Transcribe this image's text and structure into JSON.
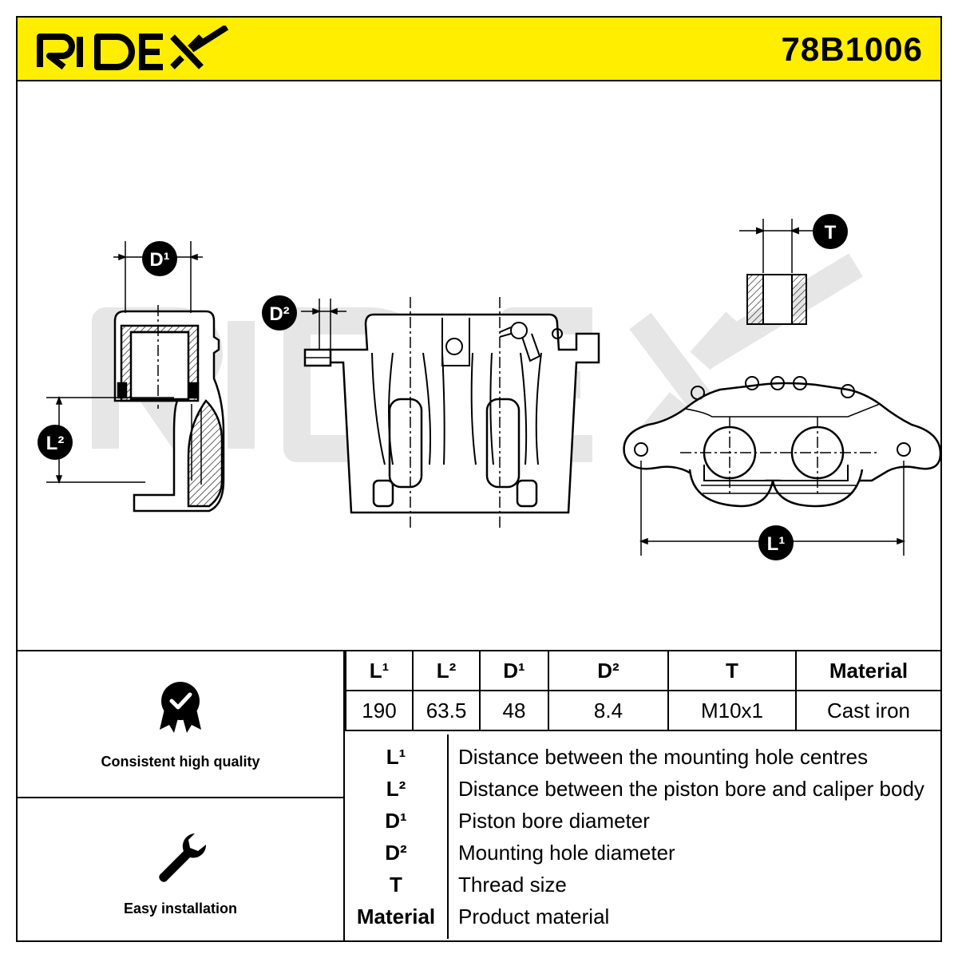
{
  "brand": {
    "logo_text": "RIDEX",
    "watermark_text": "RIDEX"
  },
  "part_number": "78B1006",
  "dimension_labels": {
    "d1": "D¹",
    "d2": "D²",
    "l1": "L¹",
    "l2": "L²",
    "t": "T"
  },
  "features": [
    {
      "label": "Consistent high quality",
      "icon": "quality-badge-icon"
    },
    {
      "label": "Easy installation",
      "icon": "wrench-icon"
    }
  ],
  "spec_table": {
    "headers": [
      "L¹",
      "L²",
      "D¹",
      "D²",
      "T",
      "Material"
    ],
    "values": [
      "190",
      "63.5",
      "48",
      "8.4",
      "M10x1",
      "Cast iron"
    ]
  },
  "legend": [
    {
      "symbol": "L¹",
      "description": "Distance between the mounting hole centres"
    },
    {
      "symbol": "L²",
      "description": "Distance between the piston bore and caliper body"
    },
    {
      "symbol": "D¹",
      "description": "Piston bore diameter"
    },
    {
      "symbol": "D²",
      "description": "Mounting hole diameter"
    },
    {
      "symbol": "T",
      "description": "Thread size"
    },
    {
      "symbol": "Material",
      "description": "Product material"
    }
  ],
  "colors": {
    "brand_yellow": "#ffee00",
    "ink": "#000000",
    "watermark": "#ececec"
  }
}
